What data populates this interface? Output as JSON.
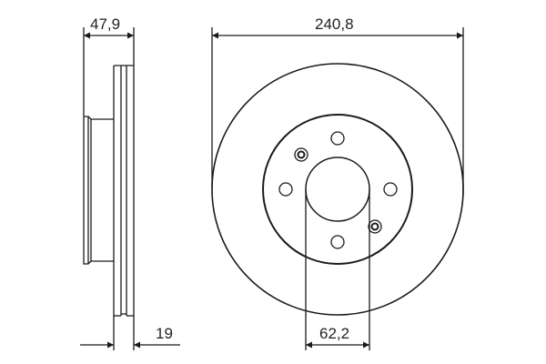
{
  "diagram": {
    "subject": "brake disc technical drawing",
    "colors": {
      "line": "#1a1a1a",
      "background": "#ffffff"
    },
    "side_view": {
      "dimensions": {
        "total_height": "47,9",
        "thickness": "19"
      }
    },
    "front_view": {
      "dimensions": {
        "outer_diameter": "240,8",
        "center_bore": "62,2"
      },
      "bolt_holes": 4,
      "locating_holes": 2
    }
  }
}
